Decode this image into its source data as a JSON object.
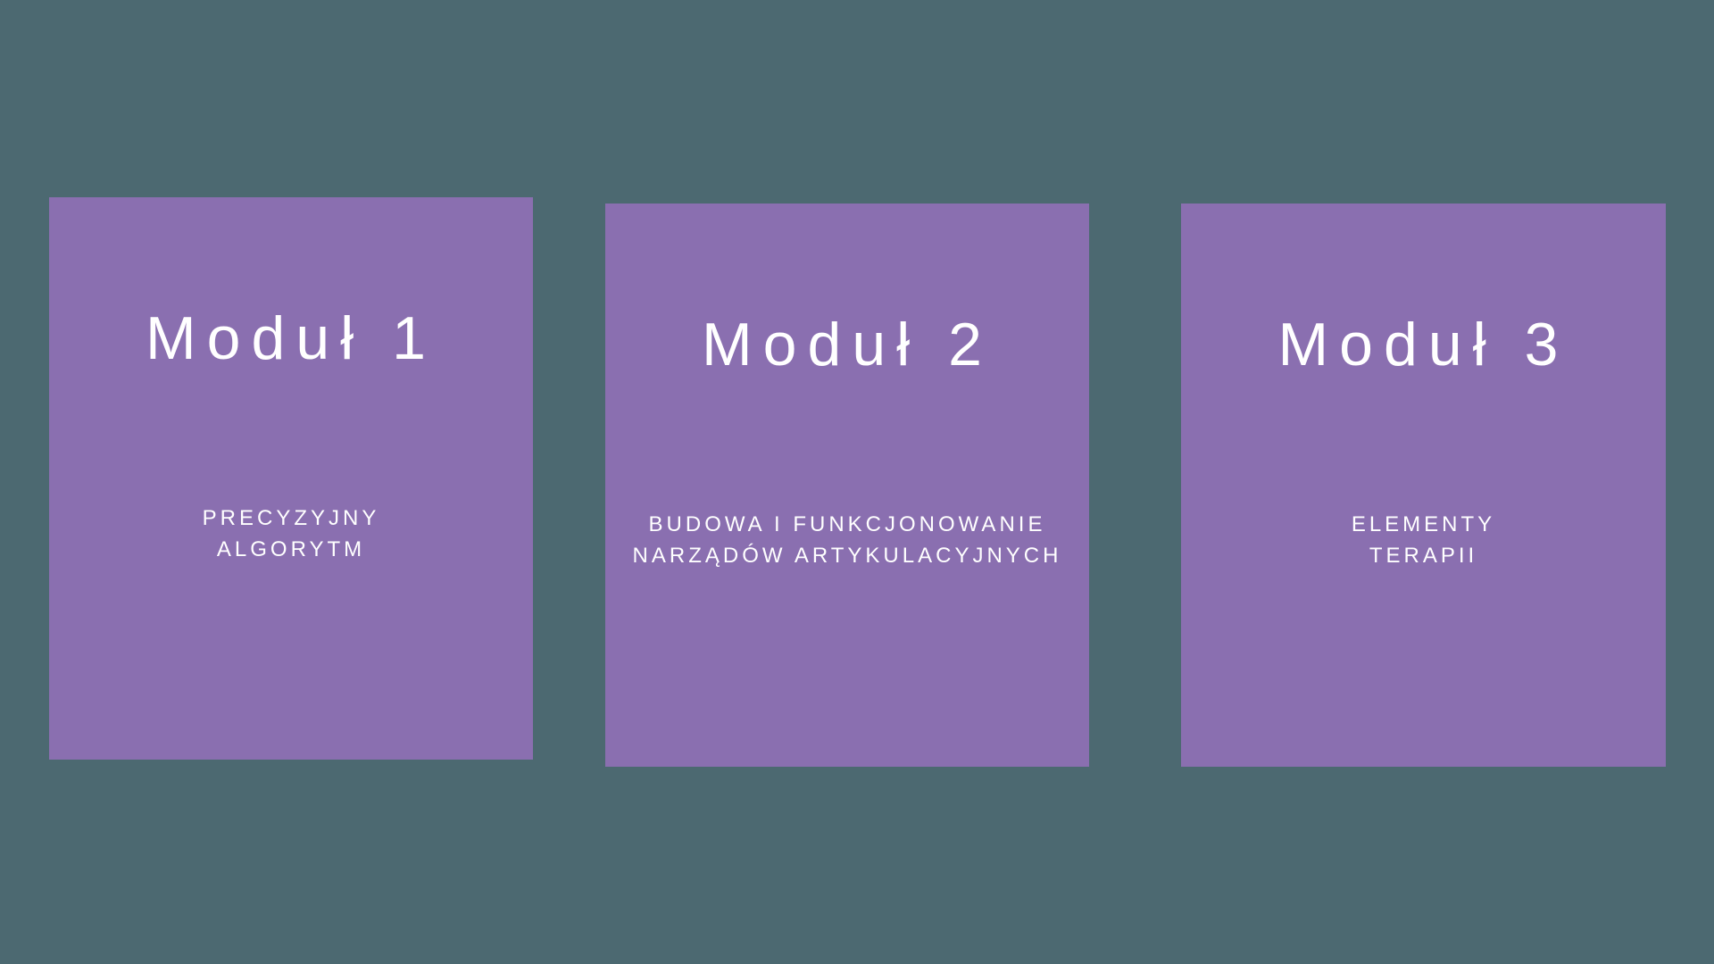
{
  "canvas": {
    "background_color": "#4C6971",
    "card_color": "#8A6FB0",
    "text_color": "#FFFFFF"
  },
  "cards": [
    {
      "title": "Moduł 1",
      "subtitle_lines": [
        "PRECYZYJNY",
        "ALGORYTM"
      ]
    },
    {
      "title": "Moduł 2",
      "subtitle_lines": [
        "BUDOWA I FUNKCJONOWANIE",
        "NARZĄDÓW ARTYKULACYJNYCH"
      ]
    },
    {
      "title": "Moduł 3",
      "subtitle_lines": [
        "ELEMENTY",
        "TERAPII"
      ]
    }
  ]
}
